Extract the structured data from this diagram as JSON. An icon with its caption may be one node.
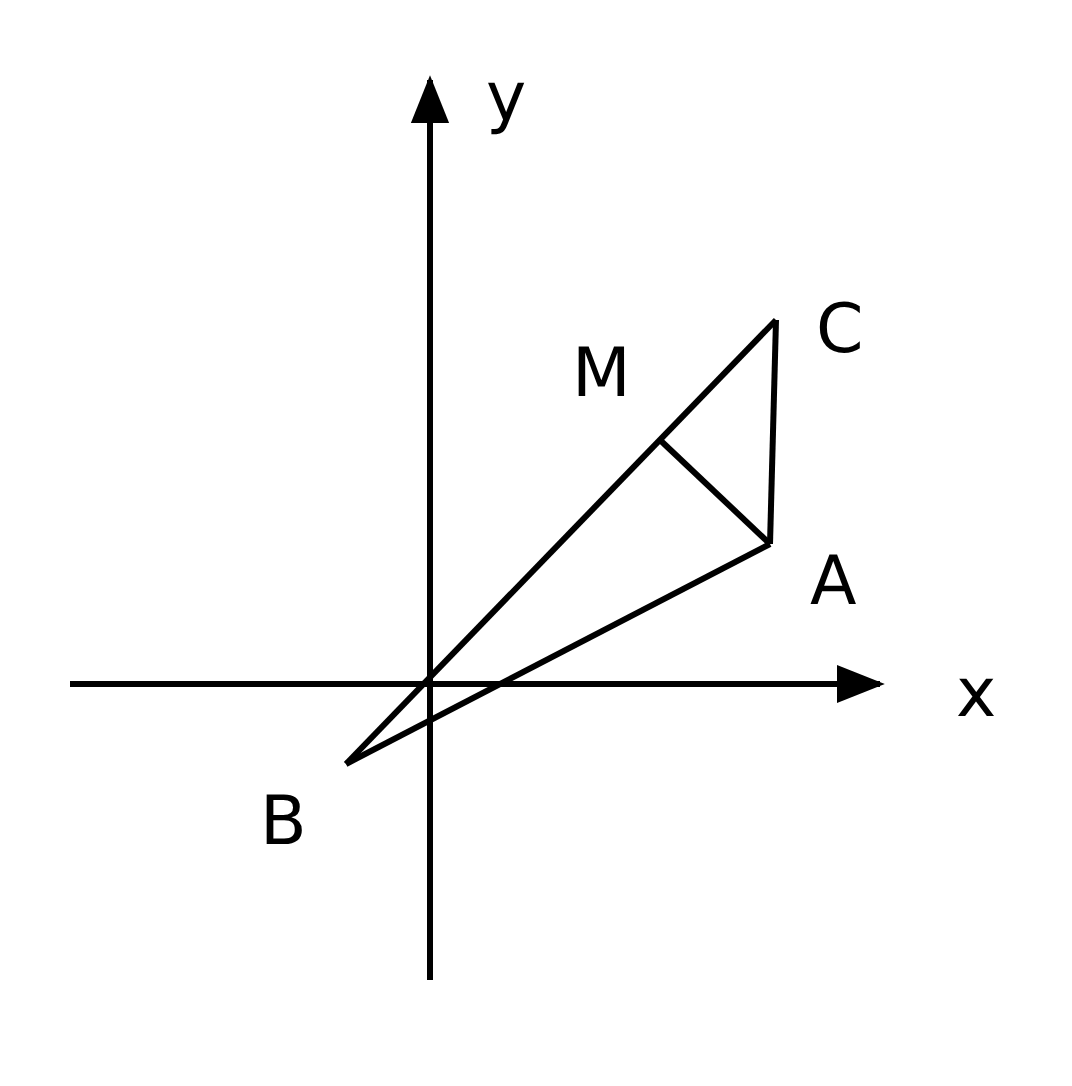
{
  "diagram": {
    "nodes": [
      {
        "text": [
          "C"
        ]
      },
      {
        "text": [
          "M"
        ]
      },
      {
        "text": [
          "A"
        ]
      },
      {
        "text": [
          "B"
        ]
      }
    ],
    "edges": [
      {
        "from": 3,
        "to": 0,
        "arrow": "none"
      },
      {
        "from": 0,
        "to": 2,
        "arrow": "none"
      },
      {
        "from": 2,
        "to": 3,
        "arrow": "none"
      },
      {
        "from": 1,
        "to": 2,
        "arrow": "none"
      }
    ],
    "labels": [
      "y",
      "x"
    ]
  }
}
